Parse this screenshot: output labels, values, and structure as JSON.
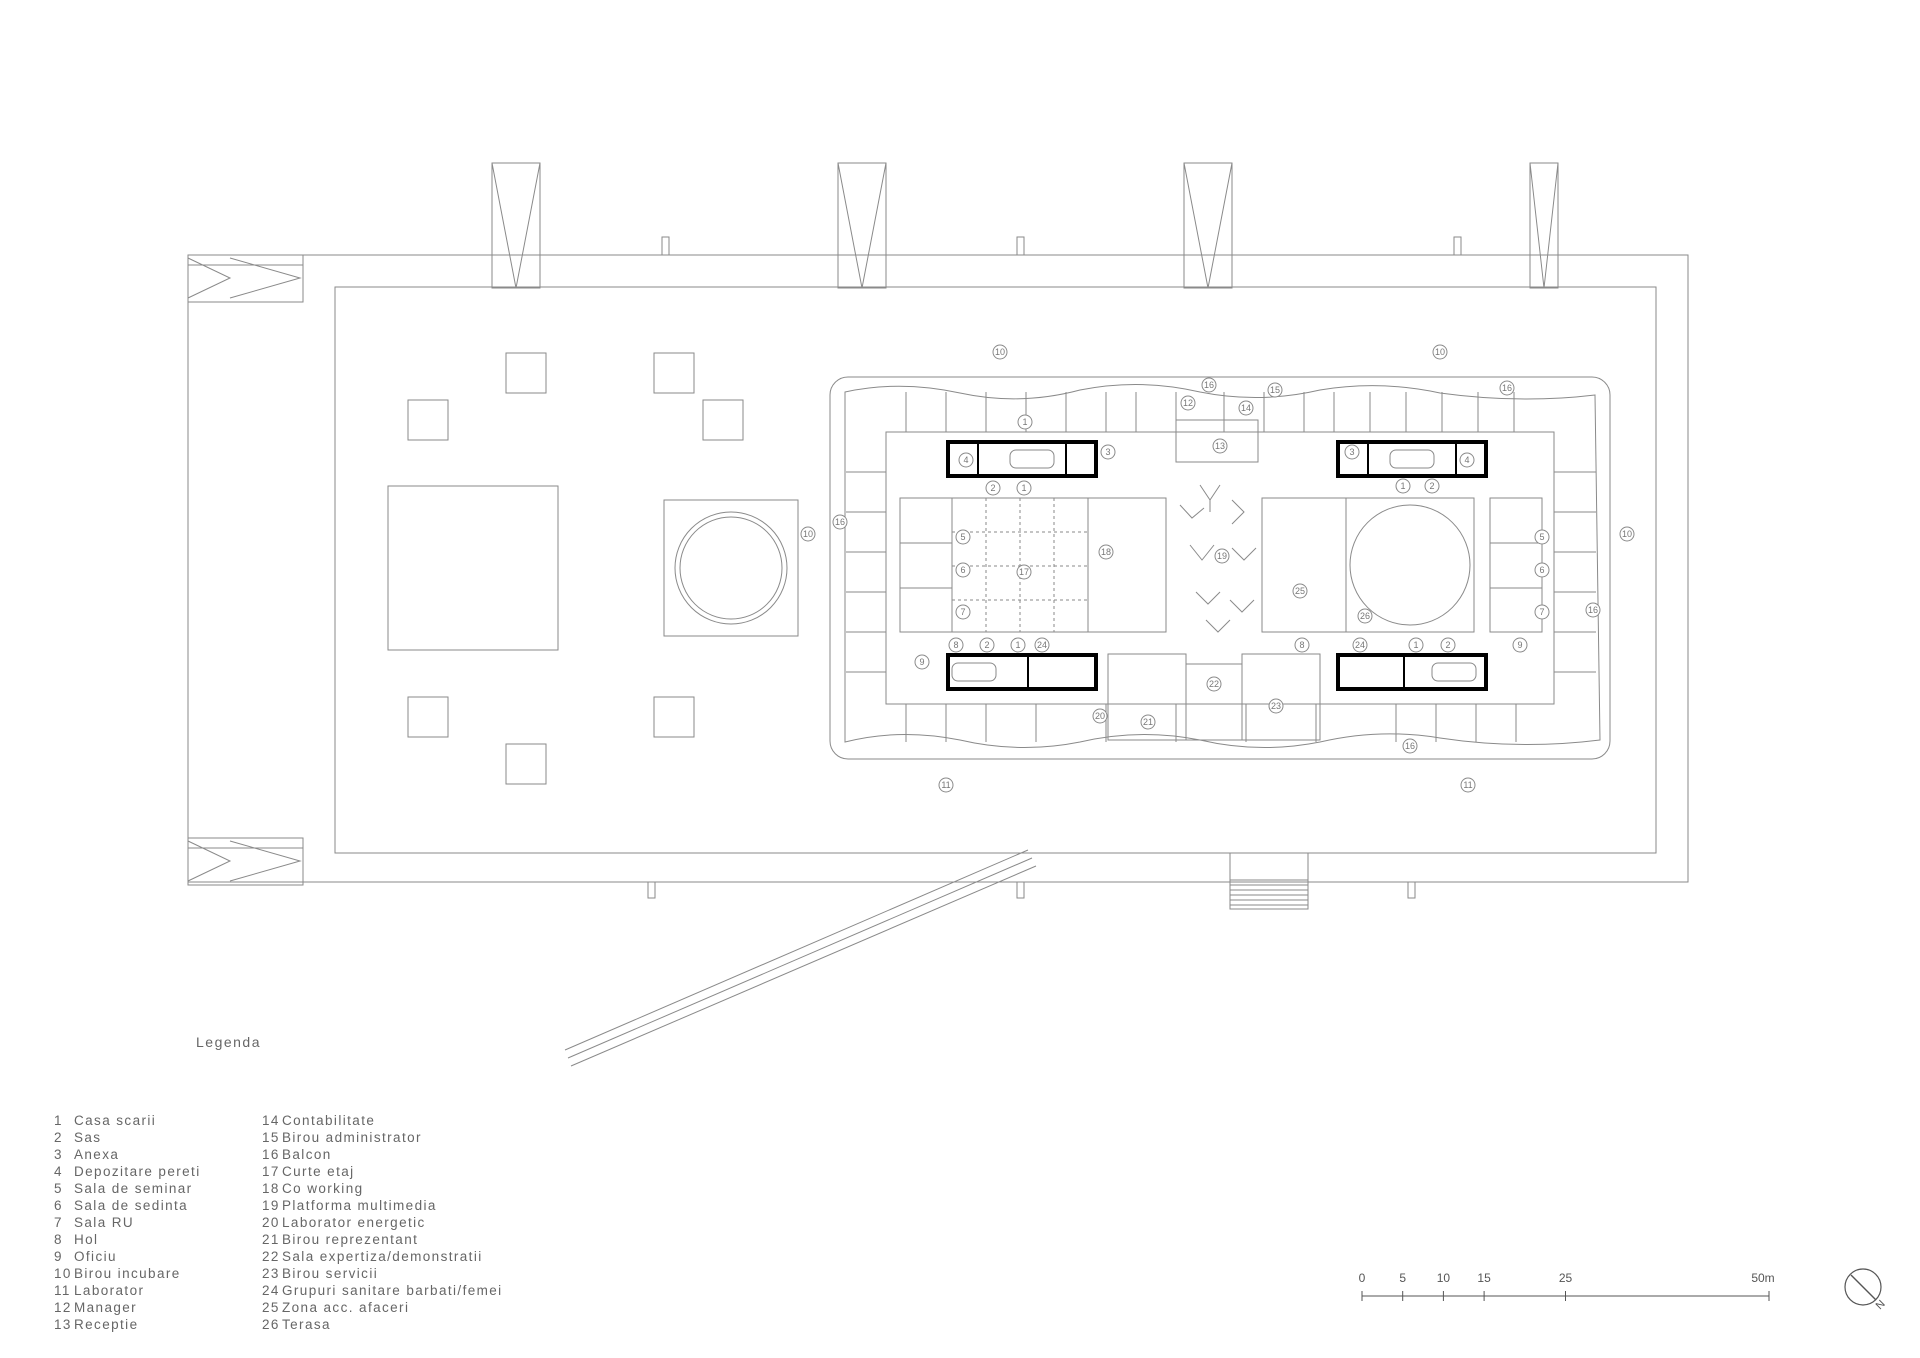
{
  "legend": {
    "title": "Legenda",
    "col1": [
      {
        "num": "1",
        "label": "Casa scarii"
      },
      {
        "num": "2",
        "label": "Sas"
      },
      {
        "num": "3",
        "label": "Anexa"
      },
      {
        "num": "4",
        "label": "Depozitare pereti"
      },
      {
        "num": "5",
        "label": "Sala de seminar"
      },
      {
        "num": "6",
        "label": "Sala de sedinta"
      },
      {
        "num": "7",
        "label": "Sala RU"
      },
      {
        "num": "8",
        "label": "Hol"
      },
      {
        "num": "9",
        "label": "Oficiu"
      },
      {
        "num": "10",
        "label": "Birou incubare"
      },
      {
        "num": "11",
        "label": "Laborator"
      },
      {
        "num": "12",
        "label": "Manager"
      },
      {
        "num": "13",
        "label": "Receptie"
      }
    ],
    "col2": [
      {
        "num": "14",
        "label": "Contabilitate"
      },
      {
        "num": "15",
        "label": "Birou administrator"
      },
      {
        "num": "16",
        "label": "Balcon"
      },
      {
        "num": "17",
        "label": "Curte etaj"
      },
      {
        "num": "18",
        "label": "Co working"
      },
      {
        "num": "19",
        "label": "Platforma multimedia"
      },
      {
        "num": "20",
        "label": "Laborator energetic"
      },
      {
        "num": "21",
        "label": "Birou reprezentant"
      },
      {
        "num": "22",
        "label": "Sala expertiza/demonstratii"
      },
      {
        "num": "23",
        "label": "Birou servicii"
      },
      {
        "num": "24",
        "label": "Grupuri sanitare barbati/femei"
      },
      {
        "num": "25",
        "label": "Zona acc. afaceri"
      },
      {
        "num": "26",
        "label": "Terasa"
      }
    ]
  },
  "scale_bar": {
    "ticks": [
      {
        "value": 0,
        "label": "0"
      },
      {
        "value": 5,
        "label": "5"
      },
      {
        "value": 10,
        "label": "10"
      },
      {
        "value": 15,
        "label": "15"
      },
      {
        "value": 25,
        "label": "25"
      },
      {
        "value": 50,
        "label": "50m"
      }
    ]
  },
  "north_label": "N",
  "room_tags": [
    "1",
    "2",
    "3",
    "4",
    "5",
    "6",
    "7",
    "8",
    "9",
    "10",
    "11",
    "12",
    "13",
    "14",
    "15",
    "16",
    "17",
    "18",
    "19",
    "20",
    "21",
    "22",
    "23",
    "24",
    "25",
    "26"
  ],
  "colors": {
    "line": "#8a8a8a",
    "wall": "#000000",
    "text": "#666666"
  }
}
